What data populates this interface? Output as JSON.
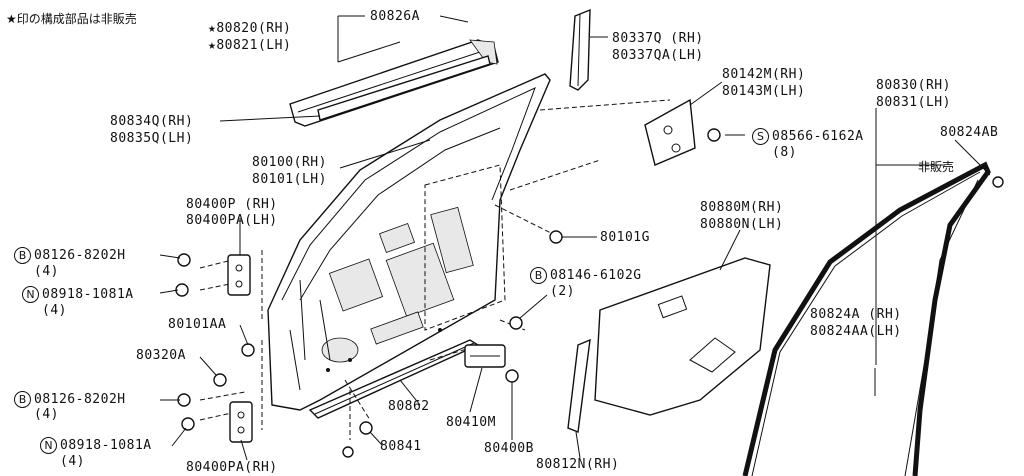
{
  "note": "★印の構成部品は非販売",
  "not_for_sale": "非販売",
  "badges": {
    "s": "S",
    "b": "B",
    "n": "N"
  },
  "labels": {
    "p80820": "★80820(RH)",
    "p80821": "★80821(LH)",
    "p80826a": "80826A",
    "p80337q": "80337Q (RH)",
    "p80337qa": "80337QA(LH)",
    "p80142m": "80142M(RH)",
    "p80143m": "80143M(LH)",
    "p80830": "80830(RH)",
    "p80831": "80831(LH)",
    "p80834q": "80834Q(RH)",
    "p80835q": "80835Q(LH)",
    "p08566": "08566-6162A",
    "q08566": "(8)",
    "p80824ab": "80824AB",
    "p80100": "80100(RH)",
    "p80101": "80101(LH)",
    "p80400p": "80400P (RH)",
    "p80400pa": "80400PA(LH)",
    "p80880m": "80880M(RH)",
    "p80880n": "80880N(LH)",
    "p80101g": "80101G",
    "p08126": "08126-8202H",
    "p08918": "08918-1081A",
    "p08146": "08146-6102G",
    "q4": "(4)",
    "q2": "(2)",
    "p80101aa": "80101AA",
    "p80824a": "80824A (RH)",
    "p80824aa": "80824AA(LH)",
    "p80320a": "80320A",
    "p80862": "80862",
    "p80410m": "80410M",
    "p80841": "80841",
    "p80400b": "80400B",
    "p80400pa_lower": "80400PA(RH)",
    "p80812n": "80812N(RH)"
  }
}
